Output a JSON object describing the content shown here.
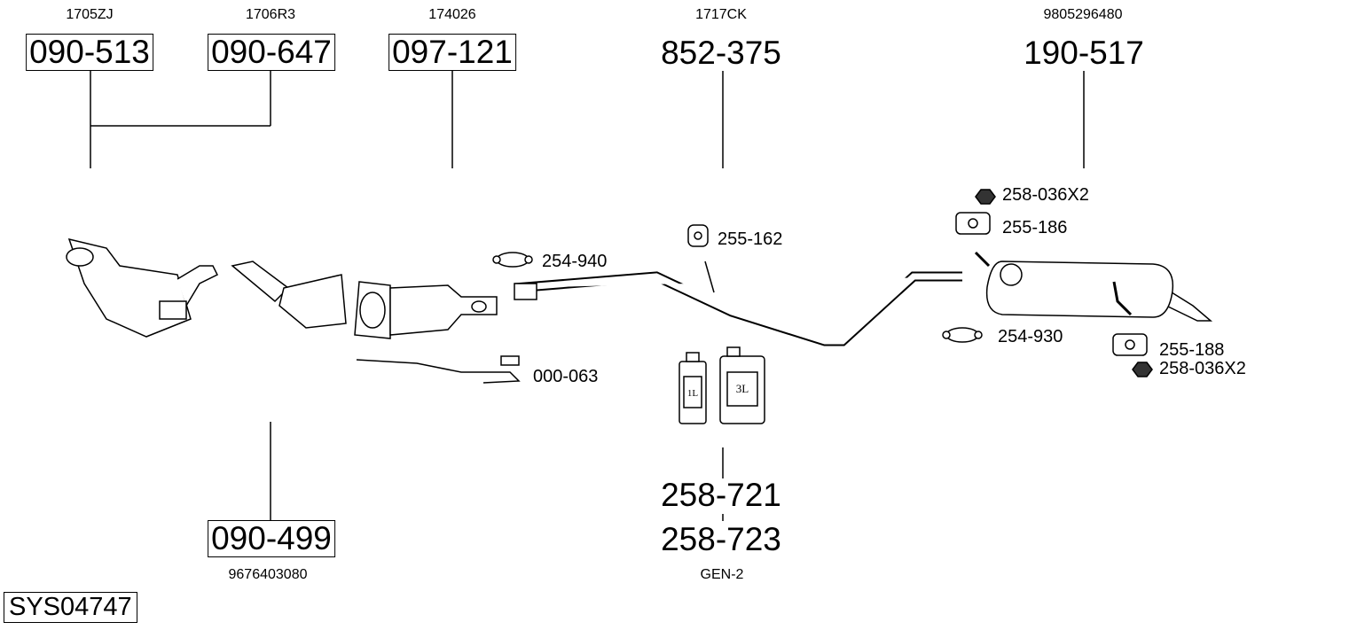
{
  "system_code": "SYS04747",
  "top_parts": [
    {
      "ref": "1705ZJ",
      "part": "090-513"
    },
    {
      "ref": "1706R3",
      "part": "090-647"
    },
    {
      "ref": "174026",
      "part": "097-121"
    },
    {
      "ref": "1717CK",
      "part": "852-375"
    },
    {
      "ref": "9805296480",
      "part": "190-517"
    }
  ],
  "bottom_parts": [
    {
      "part": "090-499",
      "ref": "9676403080"
    },
    {
      "part": "258-721",
      "part2": "258-723",
      "ref": "GEN-2"
    }
  ],
  "small_parts": {
    "clamp_front": "254-940",
    "hanger_mid": "255-162",
    "sensor": "000-063",
    "nut_top": "258-036X2",
    "hanger_rear_top": "255-186",
    "clamp_rear": "254-930",
    "hanger_rear_bottom": "255-188",
    "nut_bottom": "258-036X2"
  },
  "fluids": {
    "small": "1L",
    "large": "3L"
  }
}
